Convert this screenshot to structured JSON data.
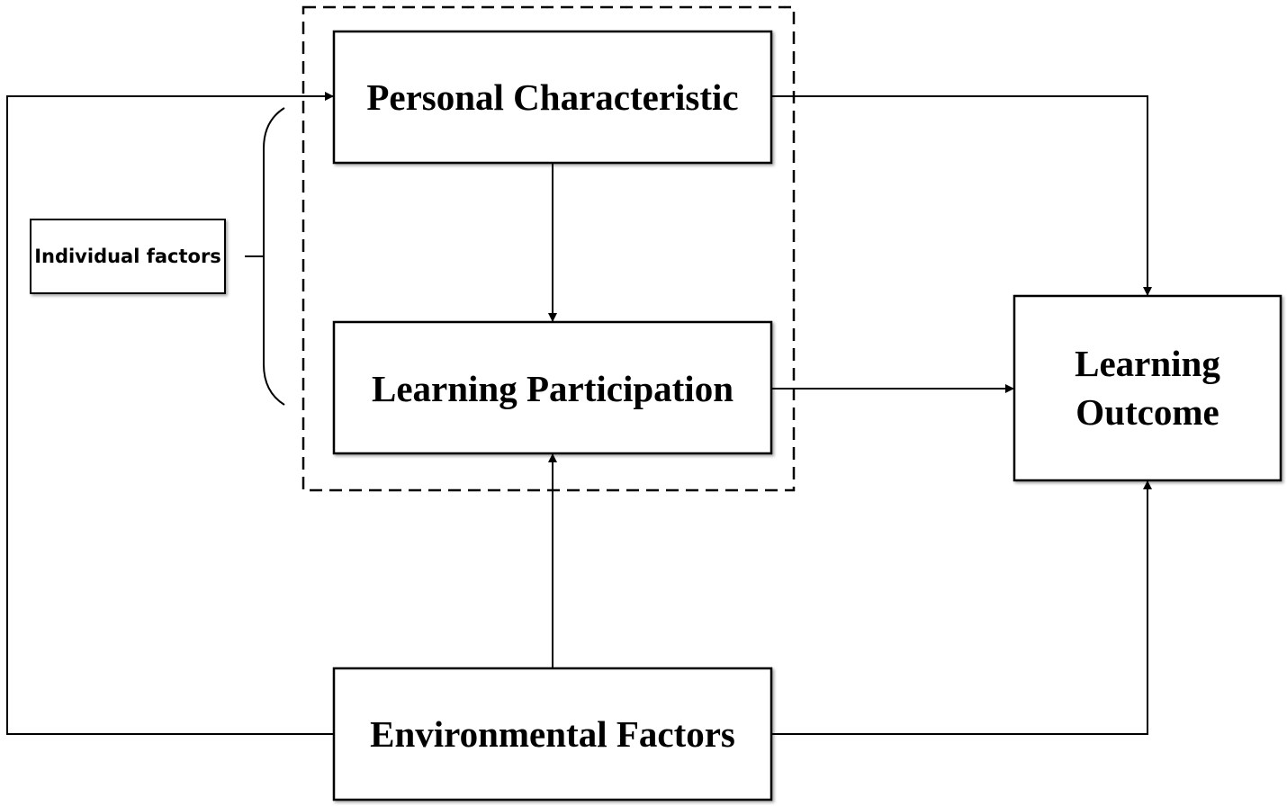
{
  "nodes": {
    "personal": {
      "label": "Personal Characteristic"
    },
    "participation": {
      "label": "Learning Participation"
    },
    "environmental": {
      "label": "Environmental Factors"
    },
    "outcome": {
      "label_line1": "Learning",
      "label_line2": "Outcome"
    },
    "individual": {
      "label": "Individual factors"
    }
  },
  "edges": [
    {
      "from": "environmental",
      "to": "personal"
    },
    {
      "from": "personal",
      "to": "participation"
    },
    {
      "from": "personal",
      "to": "outcome"
    },
    {
      "from": "participation",
      "to": "outcome"
    },
    {
      "from": "environmental",
      "to": "participation"
    },
    {
      "from": "environmental",
      "to": "outcome"
    }
  ],
  "groups": [
    {
      "members": [
        "personal",
        "participation"
      ],
      "style": "dashed",
      "annotation": "individual"
    }
  ]
}
